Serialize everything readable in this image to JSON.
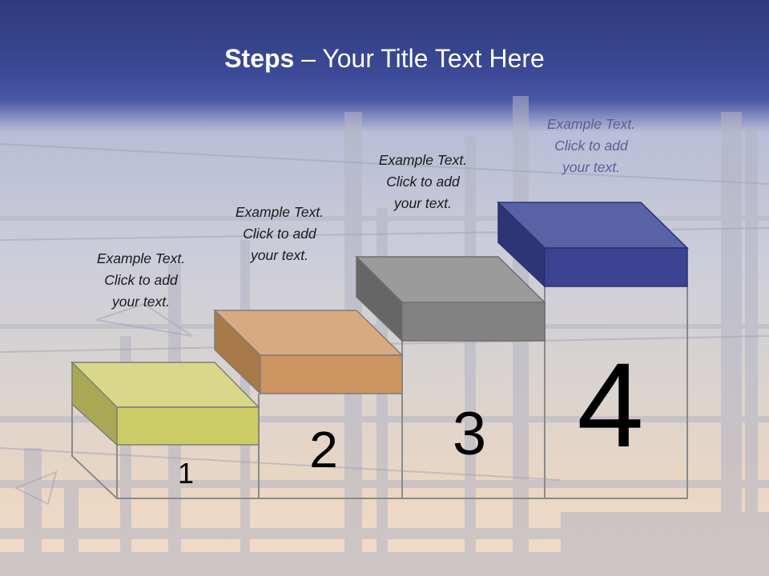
{
  "slide": {
    "title_bold": "Steps",
    "title_rest": " – Your Title Text Here"
  },
  "steps": [
    {
      "number": "1",
      "caption_lines": [
        "Example Text.",
        "Click  to add",
        "your text."
      ],
      "color": "#cfcf60"
    },
    {
      "number": "2",
      "caption_lines": [
        "Example Text.",
        "Click  to add",
        "your text."
      ],
      "color": "#d09968"
    },
    {
      "number": "3",
      "caption_lines": [
        "Example Text.",
        "Click  to add",
        "your text."
      ],
      "color": "#858585"
    },
    {
      "number": "4",
      "caption_lines": [
        "Example Text.",
        "Click  to add",
        "your text."
      ],
      "color": "#3d4590"
    }
  ]
}
